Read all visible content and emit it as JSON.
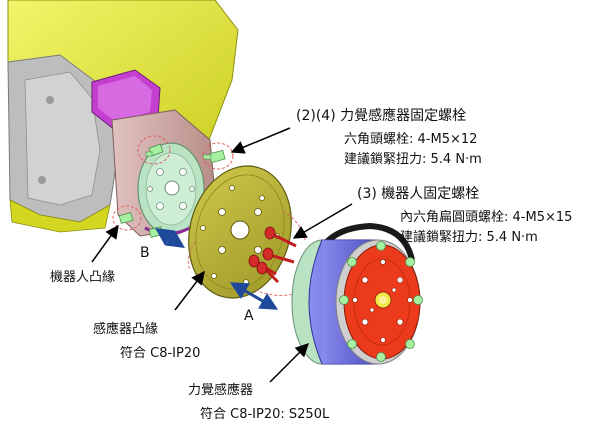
{
  "callouts": {
    "force_sensor_bolts": {
      "title": "(2)(4) 力覺感應器固定螺栓",
      "line1": "六角頭螺栓: 4-M5×12",
      "line2": "建議鎖緊扭力: 5.4 N·m"
    },
    "robot_bolts": {
      "title": "(3) 機器人固定螺栓",
      "line1": "內六角扁圓頭螺栓: 4-M5×15",
      "line2": "建議鎖緊扭力: 5.4 N·m"
    },
    "robot_flange": "機器人凸緣",
    "sensor_flange": {
      "title": "感應器凸緣",
      "line1": "符合 C8-IP20"
    },
    "force_sensor": {
      "title": "力覺感應器",
      "line1": "符合 C8-IP20: S250L"
    }
  },
  "letters": {
    "a": "A",
    "b": "B"
  },
  "colors": {
    "robot_yellow": "#e4e832",
    "robot_grey": "#b9b9b9",
    "robot_purple": "#c43fcf",
    "robot_pink": "#cfa9a6",
    "flange_face": "#b9e3c2",
    "plate_olive": "#b4ae38",
    "sensor_blue": "#6868d8",
    "sensor_red": "#ec3b1c",
    "bolt_green": "#a6f0a2",
    "bolt_red": "#c11f1f",
    "arrow_blue": "#1f4a9c"
  }
}
